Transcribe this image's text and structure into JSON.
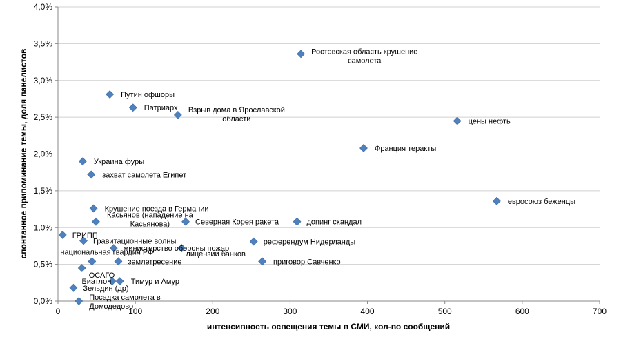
{
  "chart_data": {
    "type": "scatter",
    "xlabel": "интенсивность  освещения темы в СМИ, кол-во сообщений",
    "ylabel": "спонтанное припоминание темы, доля панелистов",
    "xlim": [
      0,
      700
    ],
    "ylim": [
      0,
      4
    ],
    "x_ticks": [
      "0",
      "100",
      "200",
      "300",
      "400",
      "500",
      "600",
      "700"
    ],
    "y_ticks": [
      "0,0%",
      "0,5%",
      "1,0%",
      "1,5%",
      "2,0%",
      "2,5%",
      "3,0%",
      "3,5%",
      "4,0%"
    ],
    "grid": "horizontal",
    "marker_color": "#4F81BD",
    "points": [
      {
        "label": "Ростовская область крушение самолета",
        "label_lines": [
          "Ростовская область крушение",
          "самолета"
        ],
        "x": 314,
        "y": 3.36
      },
      {
        "label": "Путин офшоры",
        "x": 67,
        "y": 2.81
      },
      {
        "label": "Патриарх",
        "x": 97,
        "y": 2.63
      },
      {
        "label": "Взрыв дома в Ярославской области",
        "label_lines": [
          "Взрыв дома в Ярославской",
          "области"
        ],
        "x": 155,
        "y": 2.53
      },
      {
        "label": "цены нефть",
        "x": 516,
        "y": 2.45
      },
      {
        "label": "Франция теракты",
        "x": 395,
        "y": 2.08
      },
      {
        "label": "Украина фуры",
        "x": 32,
        "y": 1.9
      },
      {
        "label": "захват самолета Египет",
        "x": 43,
        "y": 1.72
      },
      {
        "label": "евросоюз беженцы",
        "x": 567,
        "y": 1.36
      },
      {
        "label": "Крушение поезда в Германии",
        "x": 46,
        "y": 1.26
      },
      {
        "label": "Касьянов (нападение на Касьянова)",
        "label_lines": [
          "Касьянов (нападение на",
          "Касьянова)"
        ],
        "x": 49,
        "y": 1.08
      },
      {
        "label": "Северная Корея ракета",
        "x": 165,
        "y": 1.08
      },
      {
        "label": "допинг скандал",
        "x": 309,
        "y": 1.08
      },
      {
        "label": "ГРИПП",
        "x": 6,
        "y": 0.9
      },
      {
        "label": "Гравитационные волны",
        "x": 33,
        "y": 0.82
      },
      {
        "label": "референдум  Нидерланды",
        "x": 253,
        "y": 0.81
      },
      {
        "label": "министерство обороны пожар",
        "x": 72,
        "y": 0.72
      },
      {
        "label": "лицензии банков",
        "x": 160,
        "y": 0.72
      },
      {
        "label": "национальная гвардия РФ",
        "x": 44,
        "y": 0.54
      },
      {
        "label": "землетресение",
        "x": 78,
        "y": 0.54
      },
      {
        "label": "приговор Савченко",
        "x": 264,
        "y": 0.54
      },
      {
        "label": "ОСАГО",
        "x": 31,
        "y": 0.45
      },
      {
        "label": "Биатлон",
        "x": 70,
        "y": 0.27
      },
      {
        "label": "Тимур и Амур",
        "x": 80,
        "y": 0.27
      },
      {
        "label": "Зельдин (др)",
        "x": 20,
        "y": 0.18
      },
      {
        "label": "Посадка самолета в Домодедово",
        "label_lines": [
          "Посадка самолета в",
          "Домодедово"
        ],
        "x": 27,
        "y": 0.0
      }
    ]
  }
}
